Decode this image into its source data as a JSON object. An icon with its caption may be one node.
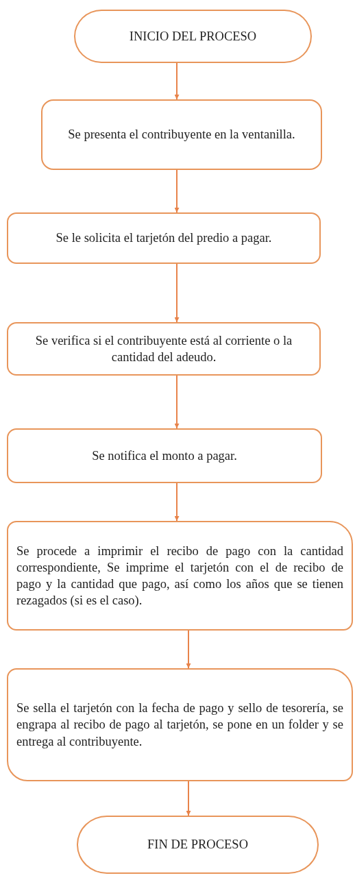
{
  "diagram": {
    "nodes": [
      {
        "text": [
          "INICIO DEL PROCESO"
        ]
      },
      {
        "text": [
          "Se presenta el contribuyente en la ventanilla."
        ]
      },
      {
        "text": [
          "Se le solicita el tarjetón del predio a pagar."
        ]
      },
      {
        "text": [
          "Se verifica si el contribuyente está al corriente o la cantidad del adeudo."
        ]
      },
      {
        "text": [
          "Se notifica el monto a pagar."
        ]
      },
      {
        "text": [
          "Se procede a imprimir el recibo de pago con la cantidad correspondiente, Se imprime el tarjetón con el de recibo de pago y la cantidad que pago, así como los años que se tienen rezagados (si es el caso)."
        ]
      },
      {
        "text": [
          "Se sella el tarjetón con la fecha de pago y sello de tesorería, se engrapa al recibo de pago al tarjetón, se pone en un folder y se entrega al contribuyente."
        ]
      },
      {
        "text": [
          "FIN DE PROCESO"
        ]
      }
    ],
    "edges": [
      {
        "from": 0,
        "to": 1,
        "arrow": "to"
      },
      {
        "from": 1,
        "to": 2,
        "arrow": "to"
      },
      {
        "from": 2,
        "to": 3,
        "arrow": "to"
      },
      {
        "from": 3,
        "to": 4,
        "arrow": "to"
      },
      {
        "from": 4,
        "to": 5,
        "arrow": "to"
      },
      {
        "from": 5,
        "to": 6,
        "arrow": "to"
      },
      {
        "from": 6,
        "to": 7,
        "arrow": "to"
      }
    ]
  }
}
